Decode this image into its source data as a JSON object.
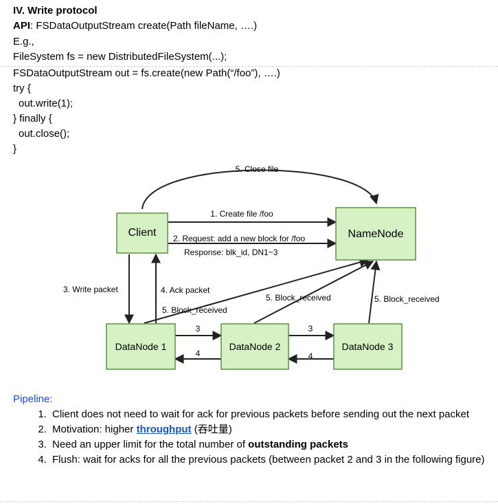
{
  "heading": "IV. Write protocol",
  "api": {
    "label": "API",
    "text": ": FSDataOutputStream create(Path fileName, ….)"
  },
  "code": [
    "E.g.,",
    "FileSystem fs = new DistributedFileSystem(...);",
    "FSDataOutputStream out = fs.create(new Path(“/foo”), ….)",
    "try {",
    "out.write(1);",
    "} finally {",
    "out.close();",
    "}"
  ],
  "diagram": {
    "nodes": {
      "client": "Client",
      "namenode": "NameNode",
      "dn1": "DataNode 1",
      "dn2": "DataNode 2",
      "dn3": "DataNode 3"
    },
    "labels": {
      "close_file": "5. Close file",
      "create_file": "1. Create file /foo",
      "request": "2. Request: add a new block for /foo",
      "response": "Response: blk_id, DN1~3",
      "write_packet": "3. Write packet",
      "ack_packet": "4. Ack packet",
      "block_received_1": "5. Block_received",
      "block_received_2": "5. Block_received",
      "block_received_3": "5. Block_received",
      "fwd_12": "3",
      "back_21": "4",
      "fwd_23": "3",
      "back_32": "4"
    },
    "colors": {
      "node_fill": "#d6f1c4",
      "node_stroke": "#5a8f45"
    }
  },
  "pipeline": {
    "title": "Pipeline:",
    "items": [
      {
        "text": "Client does not need to wait for ack for previous packets before sending out the next packet"
      },
      {
        "pre": "Motivation: higher ",
        "link": "throughput",
        "post": " (吞吐量)"
      },
      {
        "pre": "Need an upper limit for the total number of ",
        "bold": "outstanding packets"
      },
      {
        "text": "Flush: wait for acks for all the previous packets (between packet 2 and 3 in the following figure)"
      }
    ]
  }
}
